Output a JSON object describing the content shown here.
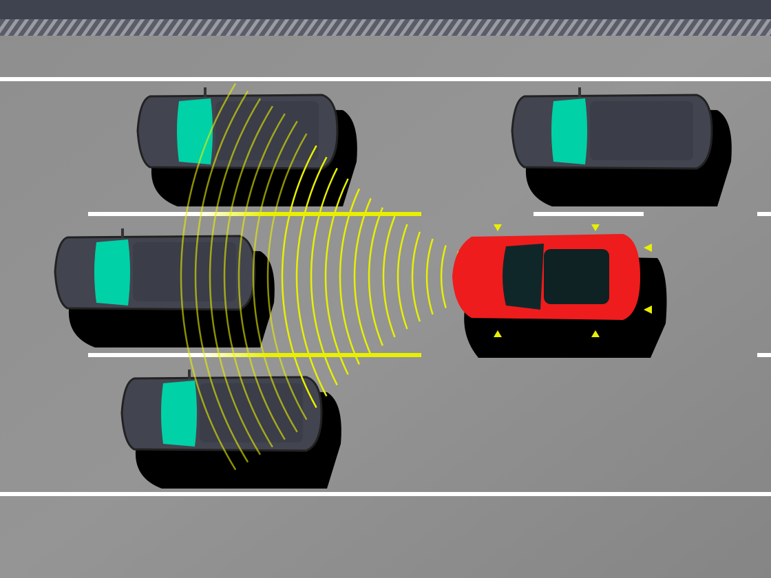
{
  "scene": {
    "colors": {
      "road": "#8c8c8c",
      "top_band": "#3f4350",
      "lane_line": "#ffffff",
      "sensor_yellow": "#e8f000",
      "car_body": "#42444f",
      "windshield": "#00d1a6",
      "ego_car": "#ee1c1c",
      "shadow": "#000000"
    },
    "cars": [
      {
        "id": "car-top-left",
        "type": "parked"
      },
      {
        "id": "car-top-right",
        "type": "parked"
      },
      {
        "id": "car-middle-left",
        "type": "target"
      },
      {
        "id": "car-bottom",
        "type": "parked"
      },
      {
        "id": "car-ego",
        "type": "ego"
      }
    ]
  }
}
